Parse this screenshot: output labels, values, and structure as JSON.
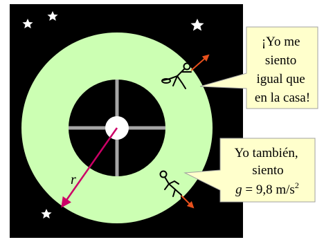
{
  "scene": {
    "space_color": "#000000",
    "ring_color": "#ccffb3",
    "spoke_color": "#a6a6a6",
    "hub_color": "#ffffff",
    "radius_arrow_color": "#cc0066",
    "force_arrow_color": "#e8501c",
    "callout_fill": "#ffffcc",
    "callout_stroke": "#a0a0a0"
  },
  "radius_label": "r",
  "callout_top": {
    "lines": [
      "¡Yo me",
      "siento",
      "igual que",
      "en la casa!"
    ]
  },
  "callout_bottom": {
    "line1": "Yo también,",
    "line2": "siento",
    "g_symbol": "g",
    "g_value": " = 9,8 m/s",
    "g_exponent": "2"
  },
  "icons": {
    "stars": "star-icon",
    "person_top": "astronaut-icon",
    "person_bottom": "astronaut-icon"
  }
}
